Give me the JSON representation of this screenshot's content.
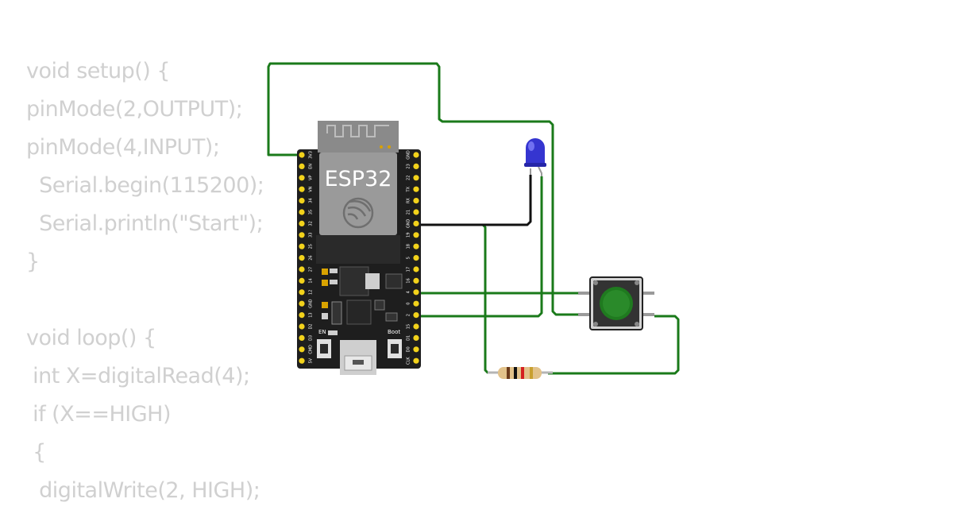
{
  "code": {
    "lines": [
      "void setup() {",
      "pinMode(2,OUTPUT);",
      "pinMode(4,INPUT);",
      "  Serial.begin(115200);",
      "  Serial.println(\"Start\");",
      "}",
      "",
      "void loop() {",
      " int X=digitalRead(4);",
      " if (X==HIGH)",
      " {",
      "  digitalWrite(2, HIGH);"
    ]
  },
  "board": {
    "chip_label": "ESP32",
    "en_label": "EN",
    "boot_label": "Boot",
    "left_pins": [
      "3V3",
      "EN",
      "VP",
      "VN",
      "34",
      "35",
      "32",
      "33",
      "25",
      "26",
      "27",
      "14",
      "12",
      "GND",
      "13",
      "D2",
      "D3",
      "CMD",
      "5V"
    ],
    "right_pins": [
      "GND",
      "23",
      "22",
      "TX",
      "RX",
      "21",
      "GND",
      "19",
      "18",
      "5",
      "17",
      "16",
      "4",
      "0",
      "2",
      "15",
      "D1",
      "D0",
      "CLK"
    ]
  },
  "colors": {
    "wire": "#1a7a1a",
    "wire_black": "#111111",
    "board": "#1e1e1e",
    "pin": "#f2d21b",
    "led": "#3333cc",
    "button_cap": "#1f7a1f",
    "code_text": "#d0d0d0"
  },
  "components": [
    "esp32-devkit",
    "blue-led",
    "pushbutton",
    "resistor"
  ]
}
